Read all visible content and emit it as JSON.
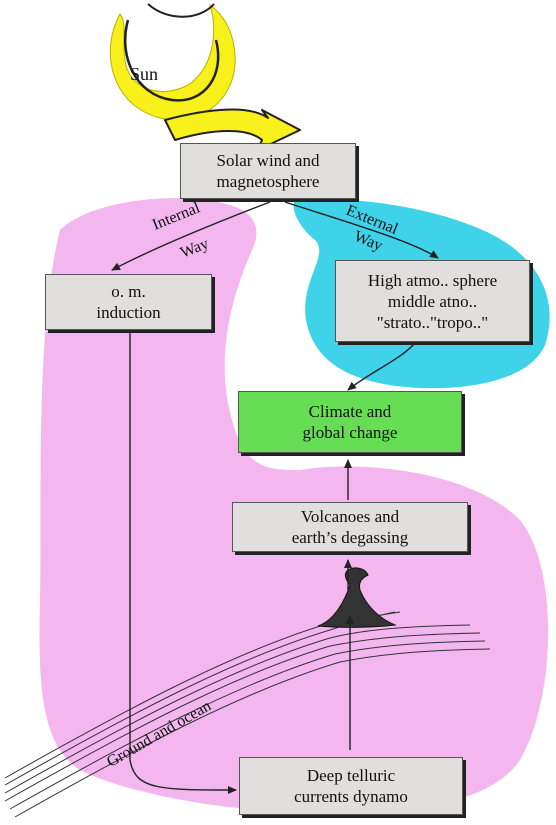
{
  "sun": {
    "label": "Sun"
  },
  "boxes": {
    "solar": "Solar wind and\nmagnetosphere",
    "induction": "o. m.\ninduction",
    "atmosphere": "High atmo.. sphere\nmiddle atno..\n\"strato..\"tropo..\"",
    "climate": "Climate and\nglobal change",
    "volcanoes": "Volcanoes and\nearth’s degassing",
    "telluric": "Deep telluric\ncurrents dynamo"
  },
  "paths": {
    "internal_1": "Internal",
    "internal_2": "Way",
    "external_1": "External",
    "external_2": "Way",
    "ground": "Ground and ocean"
  },
  "colors": {
    "internal_region": "#f3b6ee",
    "external_region": "#3ed3e8",
    "sun": "#f7f01a",
    "climate_box": "#66dd55"
  }
}
